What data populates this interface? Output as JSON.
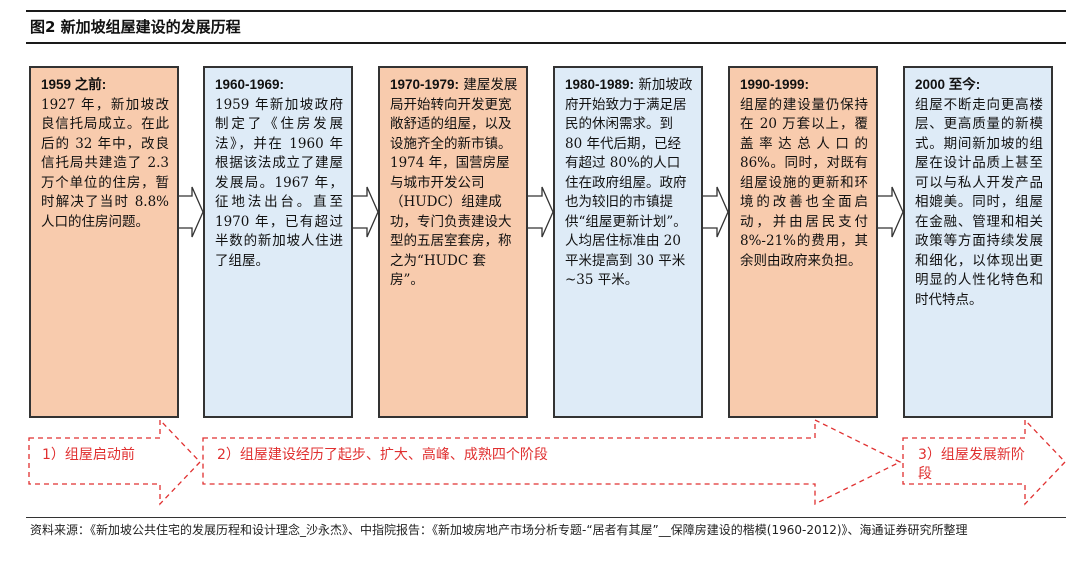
{
  "figure": {
    "title": "图2  新加坡组屋建设的发展历程"
  },
  "phases": [
    {
      "period": "1959 之前:",
      "body": "1927 年，新加坡改良信托局成立。在此后的 32 年中，改良信托局共建造了 2.3 万个单位的住房，暂时解决了当时 8.8%人口的住房问题。",
      "color": "#f8cbad"
    },
    {
      "period": "1960-1969:",
      "body": "1959 年新加坡政府制定了《住房发展法》，并在 1960 年根据该法成立了建屋发展局。1967 年，征地法出台。直至 1970 年，已有超过半数的新加坡人住进了组屋。",
      "color": "#deebf7"
    },
    {
      "period": "1970-1979:",
      "body": "建屋发展局开始转向开发更宽敞舒适的组屋，以及设施齐全的新市镇。1974 年，国营房屋与城市开发公司（HUDC）组建成功，专门负责建设大型的五居室套房，称之为“HUDC 套房”。",
      "color": "#f8cbad"
    },
    {
      "period": "1980-1989:",
      "body": "新加坡政府开始致力于满足居民的休闲需求。到 80 年代后期，已经有超过 80%的人口住在政府组屋。政府也为较旧的市镇提供“组屋更新计划”。人均居住标准由 20 平米提高到 30 平米~35 平米。",
      "color": "#deebf7"
    },
    {
      "period": "1990-1999:",
      "body": "组屋的建设量仍保持在 20 万套以上，覆盖率达总人口的 86%。同时，对既有组屋设施的更新和环境的改善也全面启动，并由居民支付 8%-21%的费用，其余则由政府来负担。",
      "color": "#f8cbad"
    },
    {
      "period": "2000 至今:",
      "body": "组屋不断走向更高楼层、更高质量的新模式。期间新加坡的组屋在设计品质上甚至可以与私人开发产品相媲美。同时，组屋在金融、管理和相关政策等方面持续发展和细化，以体现出更明显的人性化特色和时代特点。",
      "color": "#deebf7"
    }
  ],
  "stages": [
    {
      "label": "1）组屋启动前"
    },
    {
      "label": "2）组屋建设经历了起步、扩大、高峰、成熟四个阶段"
    },
    {
      "label_line1": "3）组屋发展新阶",
      "label_line2": "段"
    }
  ],
  "source": {
    "text": "资料来源：《新加坡公共住宅的发展历程和设计理念_沙永杰》、中指院报告：《新加坡房地产市场分析专题-“居者有其屋”__保障房建设的楷模(1960-2012)》、海通证券研究所整理"
  },
  "colors": {
    "phase_orange": "#f8cbad",
    "phase_blue": "#deebf7",
    "stage_red": "#e03030",
    "border": "#333333"
  }
}
